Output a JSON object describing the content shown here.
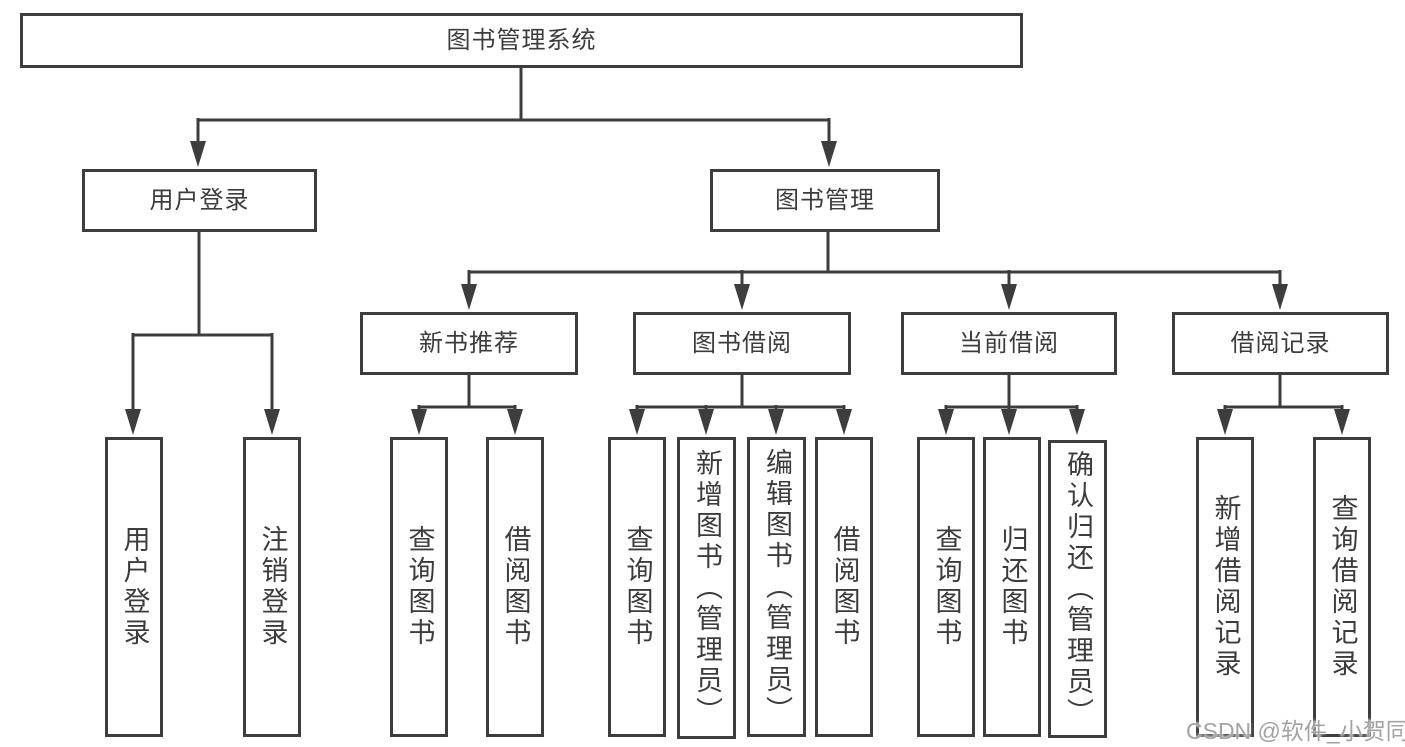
{
  "diagram": {
    "title": "图书管理系统",
    "watermark": "CSDN @软件_小贺同学",
    "colors": {
      "line": "#3d3d3d",
      "text": "#3c3c3c",
      "background": "#ffffff",
      "watermark": "#a3a3a3"
    },
    "nodes": {
      "root": {
        "label": "图书管理系统"
      },
      "user_login": {
        "label": "用户登录"
      },
      "book_management": {
        "label": "图书管理"
      },
      "new_book_recommend": {
        "label": "新书推荐"
      },
      "book_borrow": {
        "label": "图书借阅"
      },
      "current_borrow": {
        "label": "当前借阅"
      },
      "borrow_records": {
        "label": "借阅记录"
      },
      "user_login_leaf": {
        "label": "用户登录"
      },
      "logout_leaf": {
        "label": "注销登录"
      },
      "query_book_1": {
        "label": "查询图书"
      },
      "borrow_book_1": {
        "label": "借阅图书"
      },
      "query_book_2": {
        "label": "查询图书"
      },
      "add_book_admin": {
        "label": "新增图书（管理员）"
      },
      "edit_book_admin": {
        "label": "编辑图书（管理员）"
      },
      "borrow_book_2": {
        "label": "借阅图书"
      },
      "query_book_3": {
        "label": "查询图书"
      },
      "return_book": {
        "label": "归还图书"
      },
      "confirm_return_admin": {
        "label": "确认归还（管理员）"
      },
      "add_borrow_record": {
        "label": "新增借阅记录"
      },
      "query_borrow_record": {
        "label": "查询借阅记录"
      }
    }
  }
}
